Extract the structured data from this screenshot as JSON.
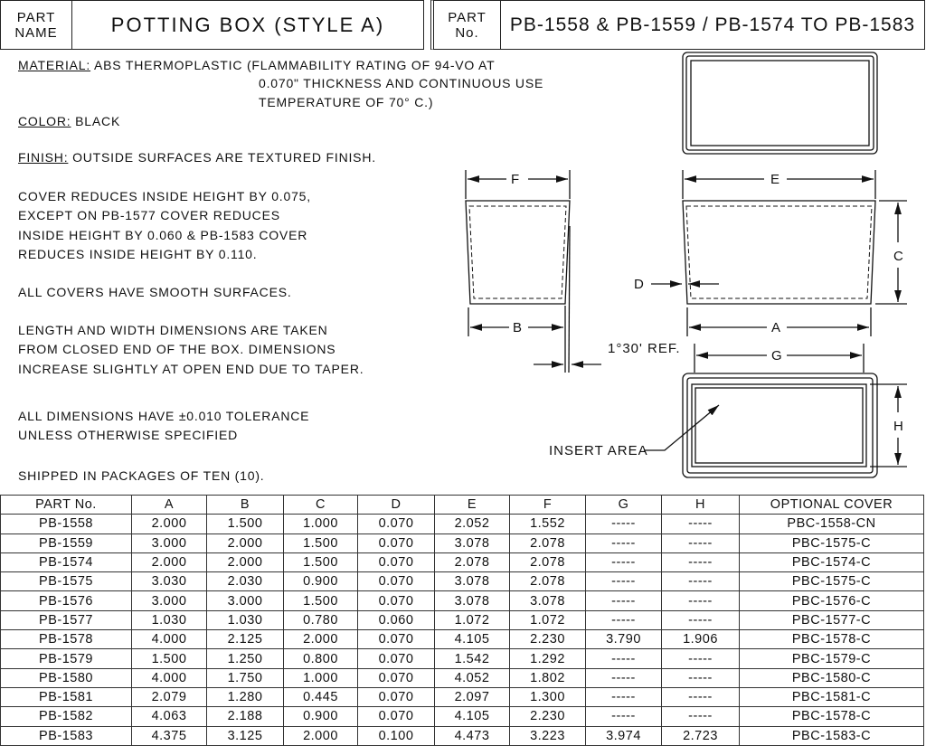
{
  "title_block": {
    "part_name_label": "PART NAME",
    "title": "POTTING BOX  (STYLE A)",
    "part_no_label": "PART No.",
    "part_numbers": "PB-1558 & PB-1559 / PB-1574 TO PB-1583"
  },
  "notes": {
    "material_label": "MATERIAL:",
    "material_text": " ABS THERMOPLASTIC (FLAMMABILITY RATING OF 94-VO AT",
    "material_line2": "0.070\" THICKNESS AND CONTINUOUS USE",
    "material_line3": "TEMPERATURE OF 70° C.)",
    "color_label": "COLOR:",
    "color_text": " BLACK",
    "finish_label": "FINISH:",
    "finish_text": " OUTSIDE SURFACES ARE TEXTURED FINISH.",
    "cover_note": "COVER REDUCES INSIDE HEIGHT BY 0.075,\nEXCEPT ON PB-1577 COVER REDUCES\nINSIDE HEIGHT BY 0.060 & PB-1583 COVER\nREDUCES INSIDE HEIGHT BY 0.110.",
    "smooth_note": "ALL COVERS HAVE SMOOTH SURFACES.",
    "dimension_note": "LENGTH AND WIDTH DIMENSIONS ARE TAKEN\nFROM CLOSED END OF THE BOX. DIMENSIONS\nINCREASE SLIGHTLY AT OPEN END DUE TO TAPER.",
    "tolerance_note": "ALL DIMENSIONS HAVE ±0.010 TOLERANCE\nUNLESS OTHERWISE SPECIFIED",
    "shipping_note": "SHIPPED IN PACKAGES OF TEN (10)."
  },
  "drawing_labels": {
    "F": "F",
    "B": "B",
    "E": "E",
    "C": "C",
    "D": "D",
    "A": "A",
    "G": "G",
    "H": "H",
    "angle": "1°30' REF.",
    "insert_area": "INSERT AREA"
  },
  "table": {
    "headers": [
      "PART No.",
      "A",
      "B",
      "C",
      "D",
      "E",
      "F",
      "G",
      "H",
      "OPTIONAL COVER"
    ],
    "rows": [
      [
        "PB-1558",
        "2.000",
        "1.500",
        "1.000",
        "0.070",
        "2.052",
        "1.552",
        "-----",
        "-----",
        "PBC-1558-CN"
      ],
      [
        "PB-1559",
        "3.000",
        "2.000",
        "1.500",
        "0.070",
        "3.078",
        "2.078",
        "-----",
        "-----",
        "PBC-1575-C"
      ],
      [
        "PB-1574",
        "2.000",
        "2.000",
        "1.500",
        "0.070",
        "2.078",
        "2.078",
        "-----",
        "-----",
        "PBC-1574-C"
      ],
      [
        "PB-1575",
        "3.030",
        "2.030",
        "0.900",
        "0.070",
        "3.078",
        "2.078",
        "-----",
        "-----",
        "PBC-1575-C"
      ],
      [
        "PB-1576",
        "3.000",
        "3.000",
        "1.500",
        "0.070",
        "3.078",
        "3.078",
        "-----",
        "-----",
        "PBC-1576-C"
      ],
      [
        "PB-1577",
        "1.030",
        "1.030",
        "0.780",
        "0.060",
        "1.072",
        "1.072",
        "-----",
        "-----",
        "PBC-1577-C"
      ],
      [
        "PB-1578",
        "4.000",
        "2.125",
        "2.000",
        "0.070",
        "4.105",
        "2.230",
        "3.790",
        "1.906",
        "PBC-1578-C"
      ],
      [
        "PB-1579",
        "1.500",
        "1.250",
        "0.800",
        "0.070",
        "1.542",
        "1.292",
        "-----",
        "-----",
        "PBC-1579-C"
      ],
      [
        "PB-1580",
        "4.000",
        "1.750",
        "1.000",
        "0.070",
        "4.052",
        "1.802",
        "-----",
        "-----",
        "PBC-1580-C"
      ],
      [
        "PB-1581",
        "2.079",
        "1.280",
        "0.445",
        "0.070",
        "2.097",
        "1.300",
        "-----",
        "-----",
        "PBC-1581-C"
      ],
      [
        "PB-1582",
        "4.063",
        "2.188",
        "0.900",
        "0.070",
        "4.105",
        "2.230",
        "-----",
        "-----",
        "PBC-1578-C"
      ],
      [
        "PB-1583",
        "4.375",
        "3.125",
        "2.000",
        "0.100",
        "4.473",
        "3.223",
        "3.974",
        "2.723",
        "PBC-1583-C"
      ]
    ]
  }
}
